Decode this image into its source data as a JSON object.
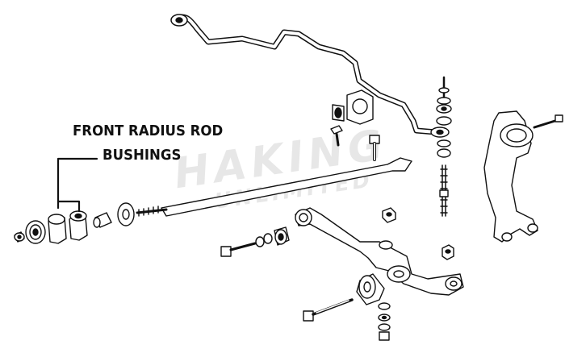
{
  "callout": {
    "line1": "FRONT RADIUS ROD",
    "line2": "BUSHINGS"
  },
  "watermark": {
    "line1": "HAKING",
    "line2": "UNLIMITED"
  },
  "colors": {
    "line": "#111111",
    "background": "#ffffff"
  }
}
